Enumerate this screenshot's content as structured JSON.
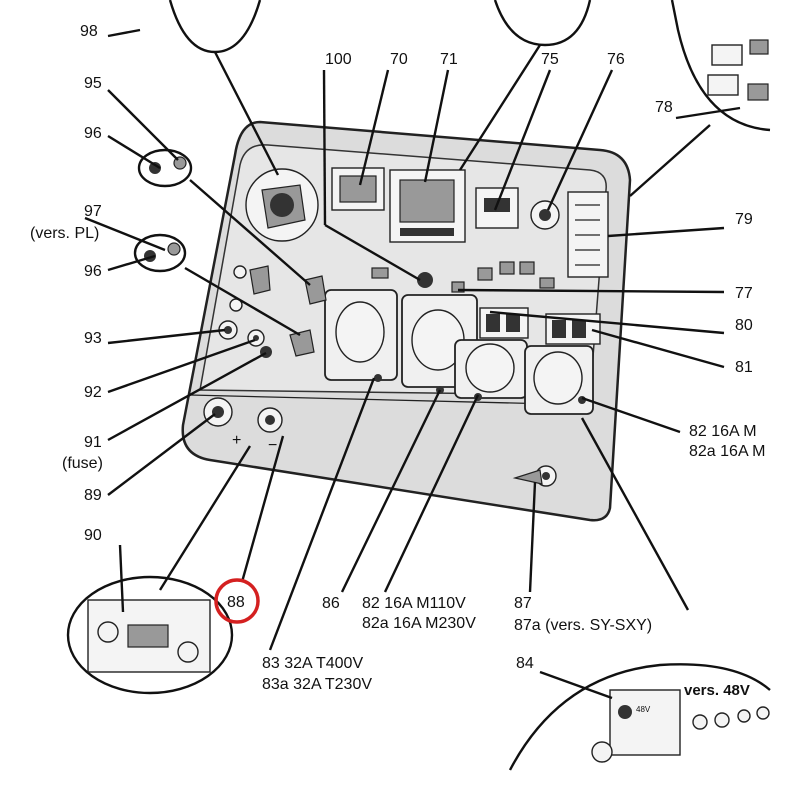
{
  "diagram": {
    "labels": {
      "l98": "98",
      "l95": "95",
      "l96a": "96",
      "l97": "97",
      "l97sub": "(vers. PL)",
      "l96b": "96",
      "l93": "93",
      "l92": "92",
      "l91": "91",
      "l91sub": "(fuse)",
      "l89": "89",
      "l90": "90",
      "l88": "88",
      "l100": "100",
      "l70": "70",
      "l71": "71",
      "l75": "75",
      "l76": "76",
      "l78": "78",
      "l79": "79",
      "l77": "77",
      "l80": "80",
      "l81": "81",
      "l82r1": "82   16A M",
      "l82r2": "82a 16A M",
      "l86": "86",
      "l82b1": "82   16A M110V",
      "l82b2": "82a 16A M230V",
      "l87": "87",
      "l87sub": "87a (vers. SY-SXY)",
      "l83a": "83  32A T400V",
      "l83b": "83a 32A T230V",
      "l84": "84",
      "vers48": "vers. 48V",
      "plus": "+",
      "minus": "−",
      "tag48": "48V"
    },
    "highlight": "#d42020"
  }
}
